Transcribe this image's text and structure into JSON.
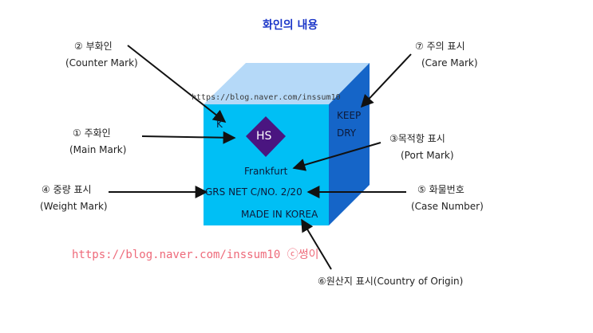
{
  "title": "화인의 내용",
  "box": {
    "k_label": "K",
    "hs_label": "HS",
    "port": "Frankfurt",
    "weight_line": "GRS NET C/NO. 2/20",
    "origin": "MADE IN KOREA",
    "care_line1": "KEEP",
    "care_line2": "DRY",
    "watermark_small": "https://blog.naver.com/inssum10"
  },
  "labels": {
    "counter_mark": {
      "ko": "② 부화인",
      "en": "(Counter Mark)"
    },
    "care_mark": {
      "ko": "⑦ 주의 표시",
      "en": "(Care Mark)"
    },
    "main_mark": {
      "ko": "① 주화인",
      "en": "(Main Mark)"
    },
    "port_mark": {
      "ko": "③목적항 표시",
      "en": "(Port Mark)"
    },
    "weight_mark": {
      "ko": "④ 중량 표시",
      "en": "(Weight Mark)"
    },
    "case_number": {
      "ko": "⑤ 화물번호",
      "en": "(Case Number)"
    },
    "country_origin": {
      "ko": "⑥원산지 표시(Country of Origin)"
    }
  },
  "watermark_large": "https://blog.naver.com/inssum10 ⓒ썽이",
  "colors": {
    "front_face": "#00bff5",
    "top_face": "#b5d9f8",
    "side_face": "#1565c8",
    "diamond": "#4a1580",
    "title": "#1a35c8",
    "watermark": "#ee6a7a"
  }
}
